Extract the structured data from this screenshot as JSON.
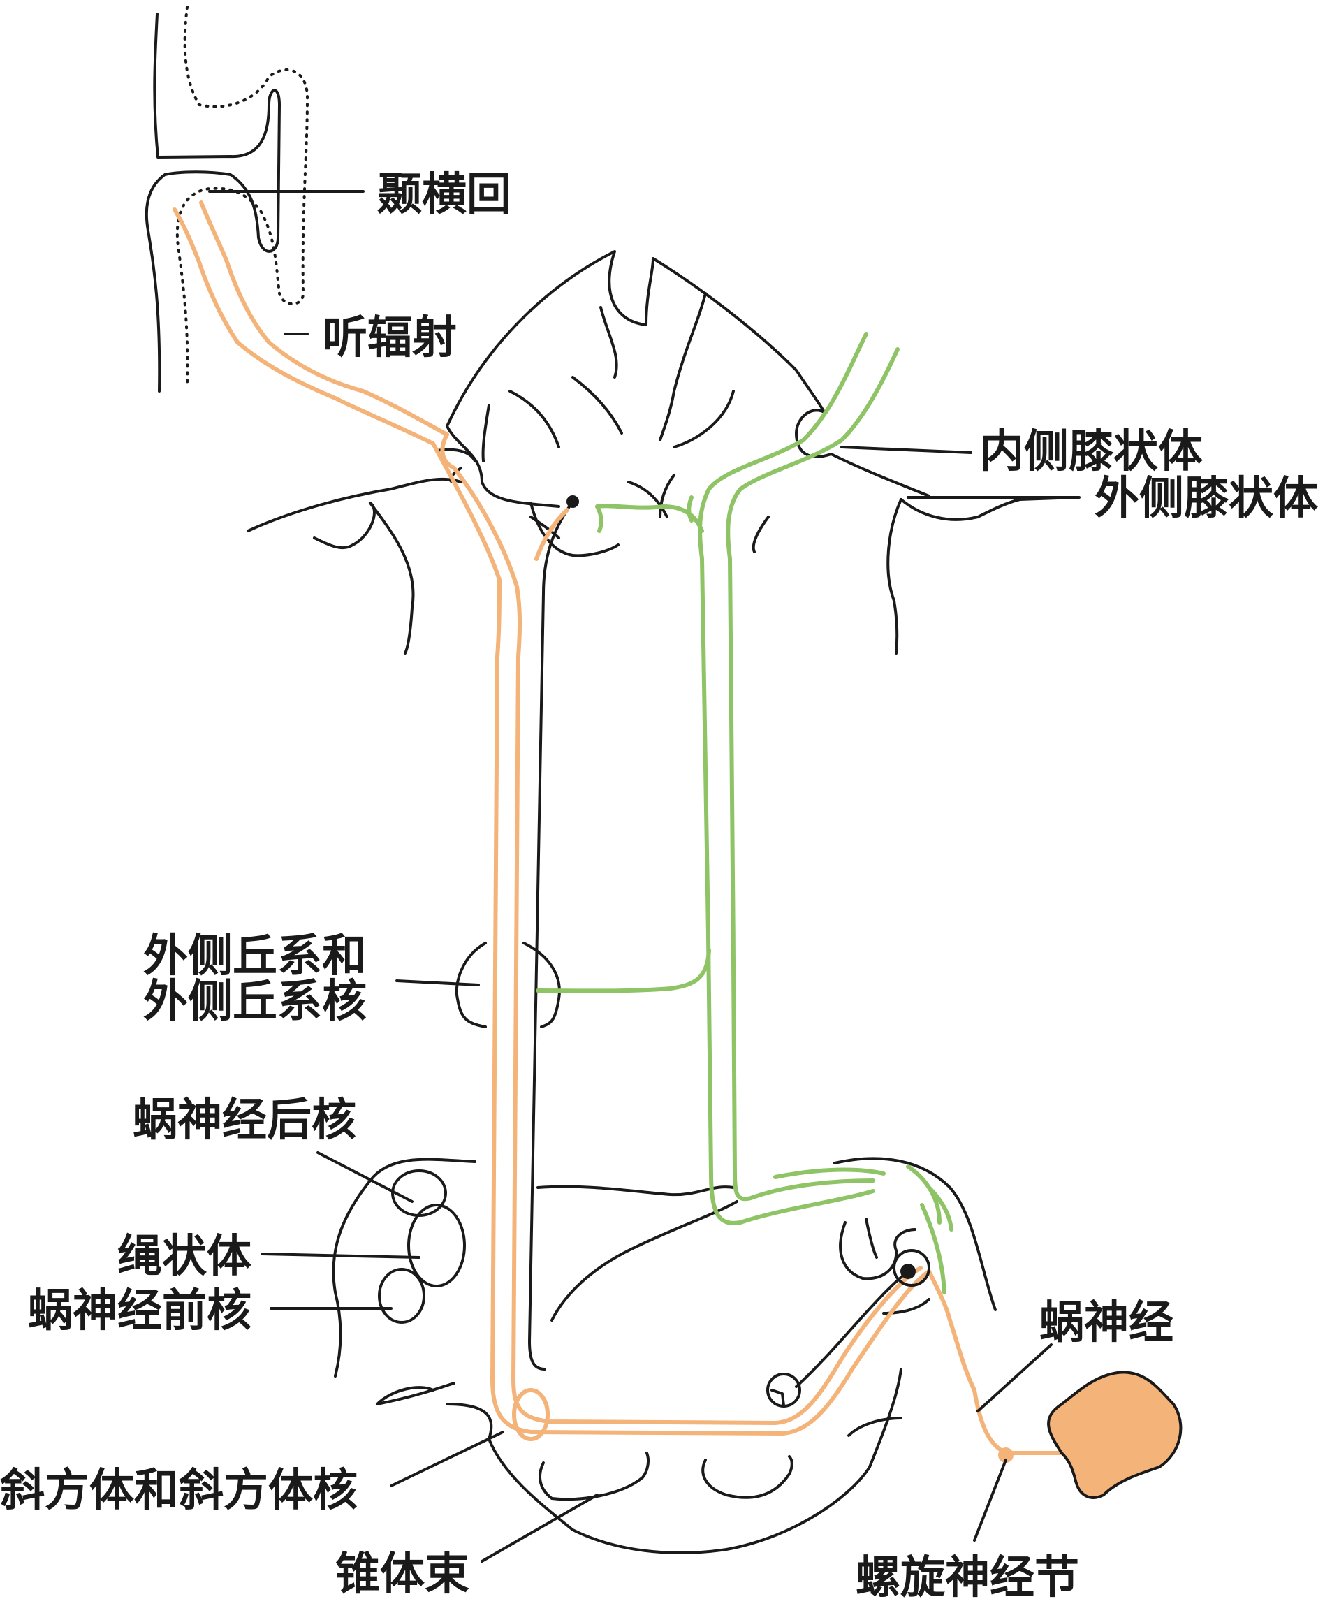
{
  "labels": {
    "transverse_temporal_gyrus": "颞横回",
    "acoustic_radiation": "听辐射",
    "medial_geniculate_body": "内侧膝状体",
    "lateral_geniculate_body": "外侧膝状体",
    "lateral_lemniscus_line1": "外侧丘系和",
    "lateral_lemniscus_line2": "外侧丘系核",
    "dorsal_cochlear_nucleus": "蜗神经后核",
    "restiform_body": "绳状体",
    "ventral_cochlear_nucleus": "蜗神经前核",
    "cochlear_nerve": "蜗神经",
    "trapezoid_body": "斜方体和斜方体核",
    "pyramidal_tract": "锥体束",
    "spiral_ganglion": "螺旋神经节"
  },
  "colors": {
    "outline": "#1a1a1a",
    "pathway_orange": "#f4b378",
    "pathway_green": "#8fc466",
    "cochlea_fill": "#f4b378"
  }
}
